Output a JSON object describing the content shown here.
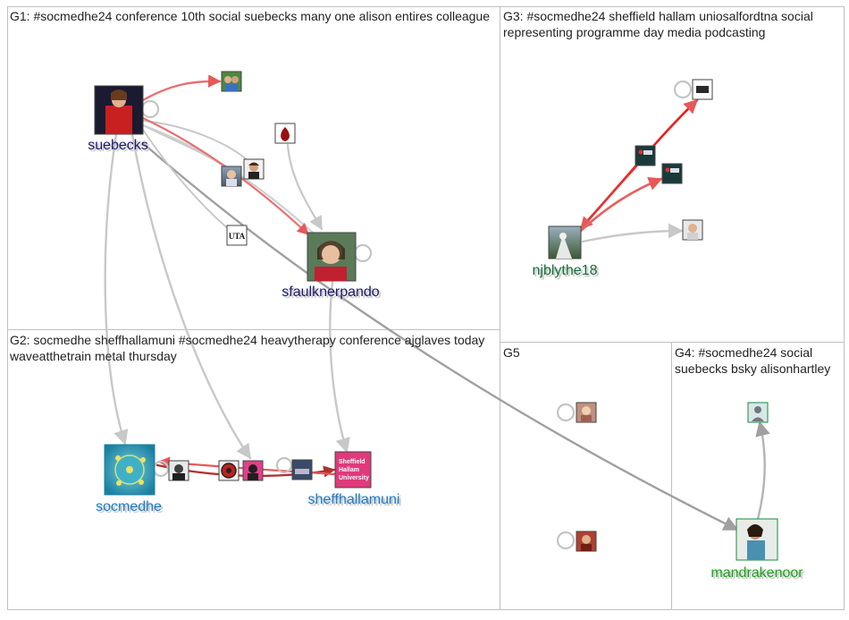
{
  "groups": [
    {
      "id": "G1",
      "caption": "G1: #socmedhe24 conference 10th social suebecks many one alison entires colleague"
    },
    {
      "id": "G2",
      "caption": "G2: socmedhe sheffhallamuni #socmedhe24 heavytherapy conference ajglaves today waveatthetrain metal thursday"
    },
    {
      "id": "G3",
      "caption": "G3: #socmedhe24 sheffield hallam uniosalfordtna social representing programme day media podcasting"
    },
    {
      "id": "G4",
      "caption": "G4: #socmedhe24 social suebecks bsky alisonhartley"
    },
    {
      "id": "G5",
      "caption": "G5"
    }
  ],
  "node_labels": {
    "suebecks": "suebecks",
    "sfaulknerpando": "sfaulknerpando",
    "socmedhe": "socmedhe",
    "sheffhallamuni": "sheffhallamuni",
    "njblythe18": "njblythe18",
    "mandrakenoor": "mandrakenoor"
  },
  "colors": {
    "label_g1": "#1a1a6e",
    "label_g2": "#1a7ac8",
    "label_g3": "#1a6e3a",
    "label_g4": "#1aa01a",
    "edge_grey": "#c8c8c8",
    "edge_dark": "#a0a0a0",
    "edge_red": "#e85858",
    "edge_darkred": "#b03030"
  },
  "nodes": [
    {
      "id": "suebecks",
      "icon": "woman-speaker-photo",
      "group": "G1"
    },
    {
      "id": "g1-couple",
      "icon": "couple-photo",
      "group": "G1"
    },
    {
      "id": "g1-flame",
      "icon": "flame-logo",
      "group": "G1"
    },
    {
      "id": "g1-woman-a",
      "icon": "woman-photo",
      "group": "G1"
    },
    {
      "id": "g1-woman-b",
      "icon": "woman-photo",
      "group": "G1"
    },
    {
      "id": "g1-uta",
      "icon": "uta-logo",
      "group": "G1"
    },
    {
      "id": "sfaulknerpando",
      "icon": "woman-photo",
      "group": "G1"
    },
    {
      "id": "socmedhe",
      "icon": "network-globe-logo",
      "group": "G2"
    },
    {
      "id": "g2-a",
      "icon": "person-photo",
      "group": "G2"
    },
    {
      "id": "g2-b",
      "icon": "badge-logo",
      "group": "G2"
    },
    {
      "id": "g2-c",
      "icon": "person-photo",
      "group": "G2"
    },
    {
      "id": "g2-d",
      "icon": "train-photo",
      "group": "G2"
    },
    {
      "id": "sheffhallamuni",
      "icon": "university-logo",
      "group": "G2"
    },
    {
      "id": "g3-top",
      "icon": "logo",
      "group": "G3"
    },
    {
      "id": "g3-mid-a",
      "icon": "logo",
      "group": "G3"
    },
    {
      "id": "g3-mid-b",
      "icon": "logo",
      "group": "G3"
    },
    {
      "id": "g3-man",
      "icon": "man-photo",
      "group": "G3"
    },
    {
      "id": "njblythe18",
      "icon": "landscape-photo",
      "group": "G3"
    },
    {
      "id": "g4-avatar",
      "icon": "default-avatar",
      "group": "G4"
    },
    {
      "id": "mandrakenoor",
      "icon": "woman-photo",
      "group": "G4"
    },
    {
      "id": "g5-a",
      "icon": "person-photo",
      "group": "G5"
    },
    {
      "id": "g5-b",
      "icon": "person-photo",
      "group": "G5"
    }
  ],
  "edges": [
    {
      "from": "suebecks",
      "to": "g1-couple",
      "color": "edge_red",
      "self_loop": false
    },
    {
      "from": "suebecks",
      "to": "sfaulknerpando",
      "color": "edge_red",
      "self_loop": false
    },
    {
      "from": "suebecks",
      "to": "g1-woman-a",
      "color": "edge_grey",
      "self_loop": false
    },
    {
      "from": "suebecks",
      "to": "g1-woman-b",
      "color": "edge_grey",
      "self_loop": false
    },
    {
      "from": "suebecks",
      "to": "g1-uta",
      "color": "edge_grey",
      "self_loop": false
    },
    {
      "from": "g1-flame",
      "to": "sfaulknerpando",
      "color": "edge_grey",
      "self_loop": false
    },
    {
      "from": "suebecks",
      "to": "socmedhe",
      "color": "edge_grey",
      "self_loop": false
    },
    {
      "from": "suebecks",
      "to": "g2-b",
      "color": "edge_grey",
      "self_loop": false
    },
    {
      "from": "suebecks",
      "to": "mandrakenoor",
      "color": "edge_dark",
      "self_loop": false
    },
    {
      "from": "sfaulknerpando",
      "to": "sheffhallamuni",
      "color": "edge_grey",
      "self_loop": false
    },
    {
      "from": "socmedhe",
      "to": "sheffhallamuni",
      "color": "edge_darkred",
      "self_loop": false
    },
    {
      "from": "sheffhallamuni",
      "to": "socmedhe",
      "color": "edge_red",
      "self_loop": false
    },
    {
      "from": "njblythe18",
      "to": "g3-top",
      "color": "edge_red",
      "self_loop": false
    },
    {
      "from": "g3-mid-a",
      "to": "njblythe18",
      "color": "edge_red",
      "self_loop": false
    },
    {
      "from": "njblythe18",
      "to": "g3-mid-b",
      "color": "edge_red",
      "self_loop": false
    },
    {
      "from": "njblythe18",
      "to": "g3-man",
      "color": "edge_grey",
      "self_loop": false
    },
    {
      "from": "mandrakenoor",
      "to": "g4-avatar",
      "color": "edge_grey",
      "self_loop": false
    },
    {
      "from": "suebecks",
      "to": "suebecks",
      "color": "edge_grey",
      "self_loop": true
    },
    {
      "from": "sfaulknerpando",
      "to": "sfaulknerpando",
      "color": "edge_grey",
      "self_loop": true
    },
    {
      "from": "socmedhe",
      "to": "socmedhe",
      "color": "edge_grey",
      "self_loop": true
    },
    {
      "from": "g3-top",
      "to": "g3-top",
      "color": "edge_grey",
      "self_loop": true
    },
    {
      "from": "g5-a",
      "to": "g5-a",
      "color": "edge_grey",
      "self_loop": true
    },
    {
      "from": "g5-b",
      "to": "g5-b",
      "color": "edge_grey",
      "self_loop": true
    }
  ]
}
